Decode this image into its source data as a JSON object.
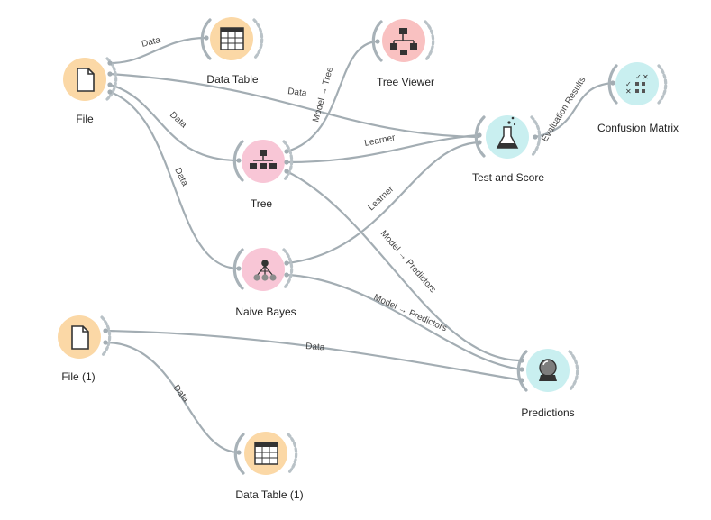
{
  "nodes": [
    {
      "id": "file",
      "title": "File",
      "icon": "file-icon",
      "bg": "#fbd8a6"
    },
    {
      "id": "data-table",
      "title": "Data Table",
      "icon": "table-icon",
      "bg": "#fbd8a6"
    },
    {
      "id": "tree-viewer",
      "title": "Tree Viewer",
      "icon": "tree-viewer-icon",
      "bg": "#f9c1c1"
    },
    {
      "id": "tree",
      "title": "Tree",
      "icon": "tree-icon",
      "bg": "#f8c6d6"
    },
    {
      "id": "test-and-score",
      "title": "Test and Score",
      "icon": "flask-icon",
      "bg": "#c9eff0"
    },
    {
      "id": "confusion-matrix",
      "title": "Confusion Matrix",
      "icon": "confusion-matrix-icon",
      "bg": "#c9eff0"
    },
    {
      "id": "naive-bayes",
      "title": "Naive Bayes",
      "icon": "naive-bayes-icon",
      "bg": "#f8c6d6"
    },
    {
      "id": "file-1",
      "title": "File (1)",
      "icon": "file-icon",
      "bg": "#fbd8a6"
    },
    {
      "id": "predictions",
      "title": "Predictions",
      "icon": "crystal-ball-icon",
      "bg": "#c9eff0"
    },
    {
      "id": "data-table-1",
      "title": "Data Table (1)",
      "icon": "table-icon",
      "bg": "#fbd8a6"
    }
  ],
  "links": [
    {
      "from": "file",
      "to": "data-table",
      "label": "Data"
    },
    {
      "from": "file",
      "to": "test-and-score",
      "label": "Data"
    },
    {
      "from": "file",
      "to": "tree",
      "label": "Data"
    },
    {
      "from": "file",
      "to": "naive-bayes",
      "label": "Data"
    },
    {
      "from": "tree",
      "to": "tree-viewer",
      "label": "Model → Tree"
    },
    {
      "from": "tree",
      "to": "test-and-score",
      "label": "Learner"
    },
    {
      "from": "tree",
      "to": "predictions",
      "label": "Model → Predictors"
    },
    {
      "from": "naive-bayes",
      "to": "test-and-score",
      "label": "Learner"
    },
    {
      "from": "naive-bayes",
      "to": "predictions",
      "label": "Model → Predictors"
    },
    {
      "from": "test-and-score",
      "to": "confusion-matrix",
      "label": "Evaluation Results"
    },
    {
      "from": "file-1",
      "to": "predictions",
      "label": "Data"
    },
    {
      "from": "file-1",
      "to": "data-table-1",
      "label": "Data"
    }
  ]
}
